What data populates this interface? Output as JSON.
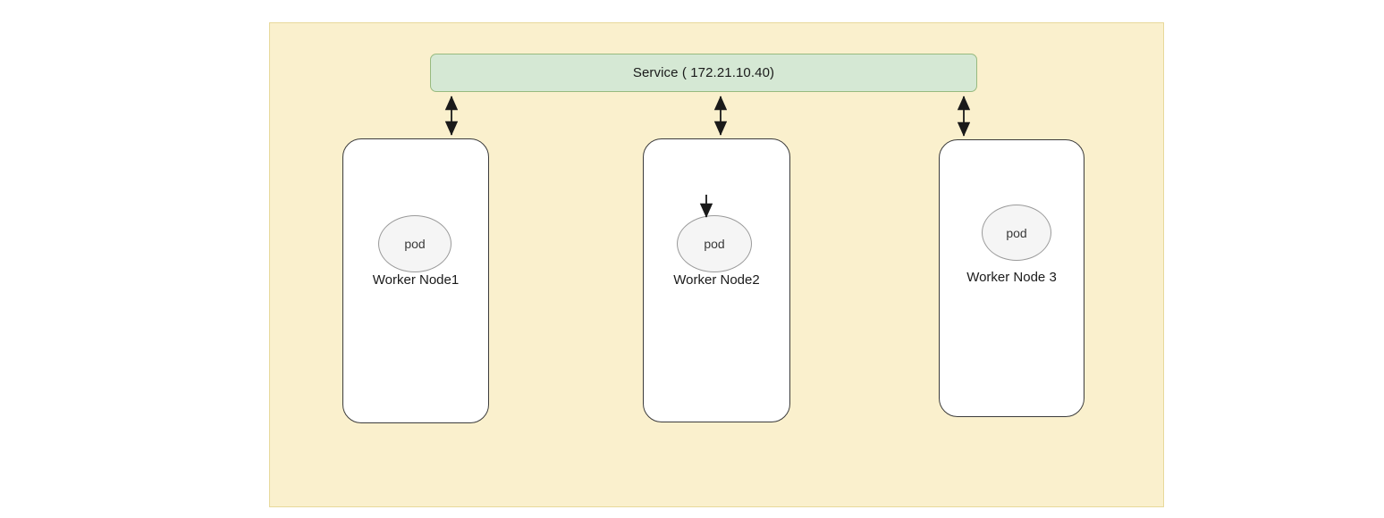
{
  "diagram": {
    "title_text": "",
    "cluster": {
      "name": "cluster-container",
      "fill": "#faf0cd",
      "stroke": "#e8d99b"
    },
    "service": {
      "label": "Service ( 172.21.10.40)",
      "fill": "#d5e8d4",
      "stroke": "#97ba7f"
    },
    "nodes": [
      {
        "label": "Worker Node1",
        "pod_label": "pod",
        "fill": "#ffffff",
        "stroke": "#3b3b3b",
        "pod_fill": "#f5f5f5",
        "pod_stroke": "#9a9a9a"
      },
      {
        "label": "Worker Node2",
        "pod_label": "pod",
        "fill": "#ffffff",
        "stroke": "#3b3b3b",
        "pod_fill": "#f5f5f5",
        "pod_stroke": "#9a9a9a"
      },
      {
        "label": "Worker Node 3",
        "pod_label": "pod",
        "fill": "#ffffff",
        "stroke": "#3b3b3b",
        "pod_fill": "#f5f5f5",
        "pod_stroke": "#9a9a9a"
      }
    ],
    "connectors": [
      {
        "name": "service-to-node1",
        "style": "double-arrow",
        "color": "#1a1a1a"
      },
      {
        "name": "service-to-node2",
        "style": "double-arrow",
        "color": "#1a1a1a"
      },
      {
        "name": "service-to-node3",
        "style": "double-arrow",
        "color": "#1a1a1a"
      },
      {
        "name": "traffic-into-pod2",
        "style": "single-arrow-down",
        "color": "#1a1a1a"
      }
    ]
  }
}
